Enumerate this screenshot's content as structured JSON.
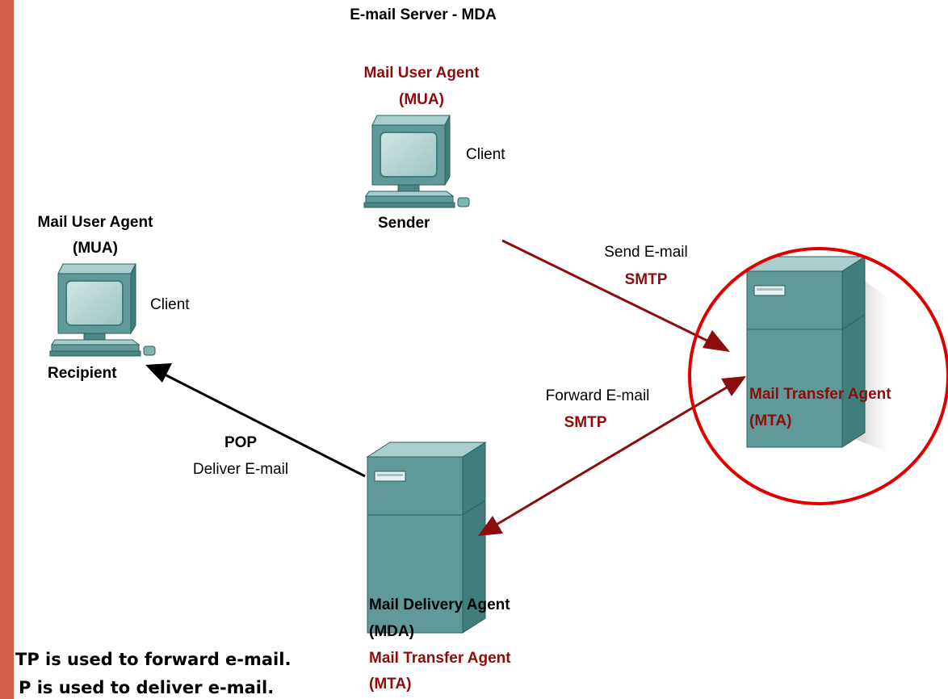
{
  "title": "E-mail Server - MDA",
  "sender": {
    "agent": "Mail User Agent",
    "abbr": "(MUA)",
    "role": "Client",
    "name": "Sender"
  },
  "recipient": {
    "agent": "Mail User Agent",
    "abbr": "(MUA)",
    "role": "Client",
    "name": "Recipient"
  },
  "mta": {
    "agent": "Mail Transfer Agent",
    "abbr": "(MTA)"
  },
  "mda": {
    "agent": "Mail Delivery Agent",
    "abbr": "(MDA)",
    "mta_agent": "Mail Transfer Agent",
    "mta_abbr": "(MTA)"
  },
  "links": {
    "send": {
      "action": "Send E-mail",
      "protocol": "SMTP"
    },
    "forward": {
      "action": "Forward E-mail",
      "protocol": "SMTP"
    },
    "deliver": {
      "action": "Deliver E-mail",
      "protocol": "POP"
    }
  },
  "notes": {
    "line1": "TP is used to forward e-mail.",
    "line2": "P is used to deliver e-mail."
  },
  "colors": {
    "accent_red": "#8b0d0d",
    "highlight_circle": "#e00000",
    "device_teal": "#5f9a98",
    "side_stripe": "#d0604a"
  }
}
